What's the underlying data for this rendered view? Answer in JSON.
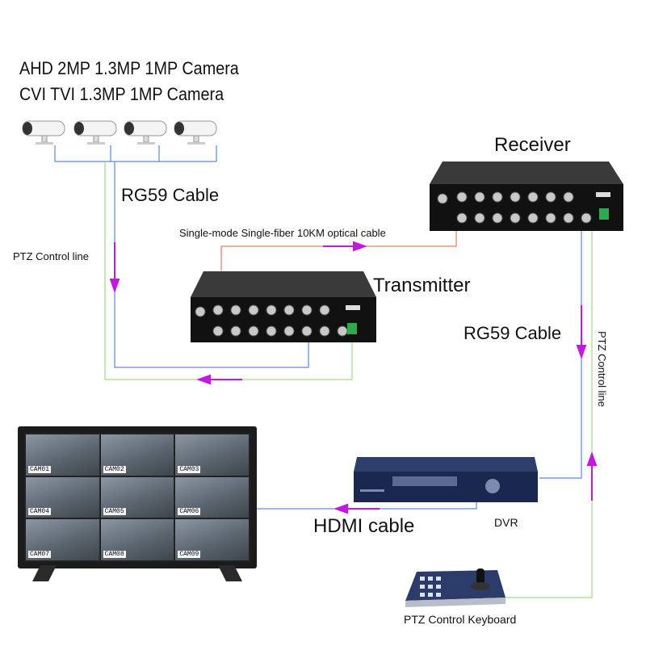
{
  "camera_title": {
    "line1": "AHD 2MP 1.3MP 1MP Camera",
    "line2": "CVI TVI 1.3MP 1MP  Camera"
  },
  "labels": {
    "receiver": "Receiver",
    "transmitter": "Transmitter",
    "rg59_top": "RG59 Cable",
    "rg59_right": "RG59 Cable",
    "optical": "Single-mode Single-fiber 10KM optical cable",
    "ptz_left": "PTZ Control line",
    "ptz_right": "PTZ Control line",
    "hdmi": "HDMI cable",
    "dvr": "DVR",
    "keyboard": "PTZ Control Keyboard"
  },
  "monitor_tiles": [
    "CAM01",
    "CAM02",
    "CAM03",
    "CAM04",
    "CAM05",
    "CAM06",
    "CAM07",
    "CAM08",
    "CAM09"
  ],
  "colors": {
    "video": "#3a6fd8",
    "ptz": "#8fd46a",
    "optical": "#e0603a",
    "arrow": "#c218e0"
  }
}
